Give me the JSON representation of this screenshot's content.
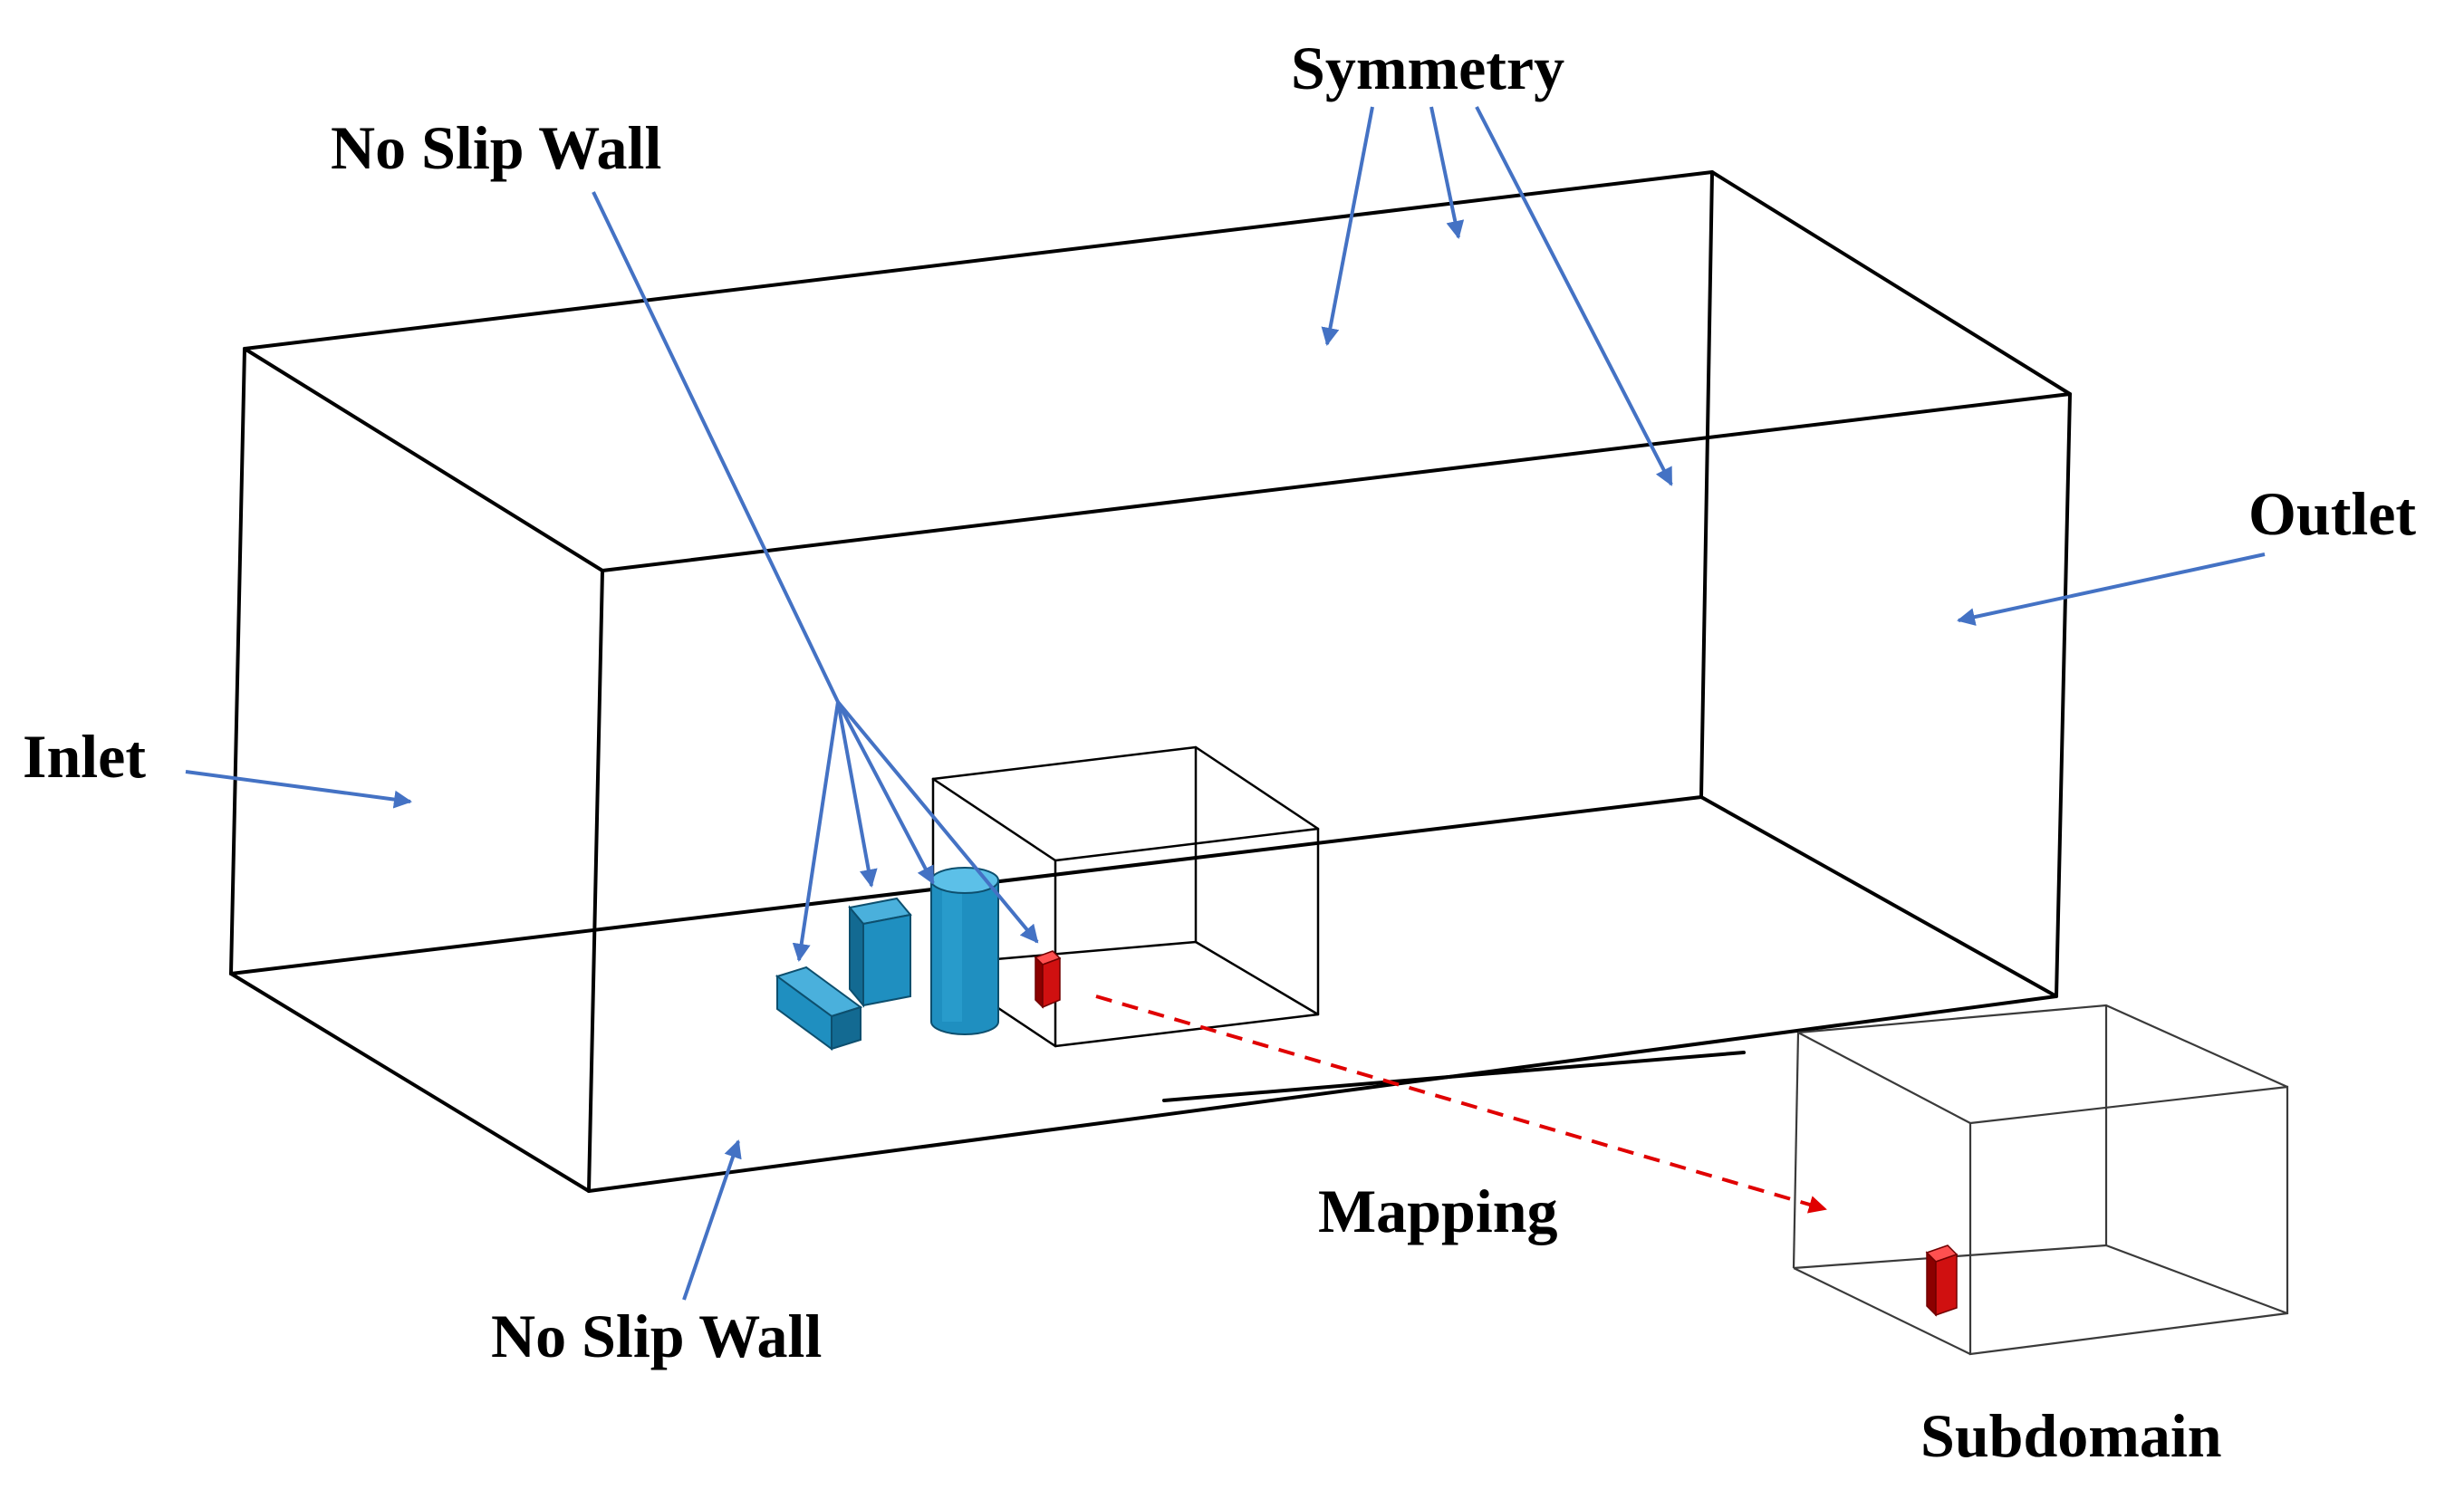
{
  "labels": {
    "symmetry": "Symmetry",
    "no_slip_top": "No Slip Wall",
    "outlet": "Outlet",
    "inlet": "Inlet",
    "mapping": "Mapping",
    "no_slip_bottom": "No Slip Wall",
    "subdomain": "Subdomain"
  },
  "colors": {
    "annotation_arrow": "#4472c4",
    "mapping_arrow": "#e00000",
    "obstacle_fill": "#1f8fc0",
    "obstacle_dark": "#136a92",
    "target_block": "#d01010",
    "edges": "#000000"
  }
}
